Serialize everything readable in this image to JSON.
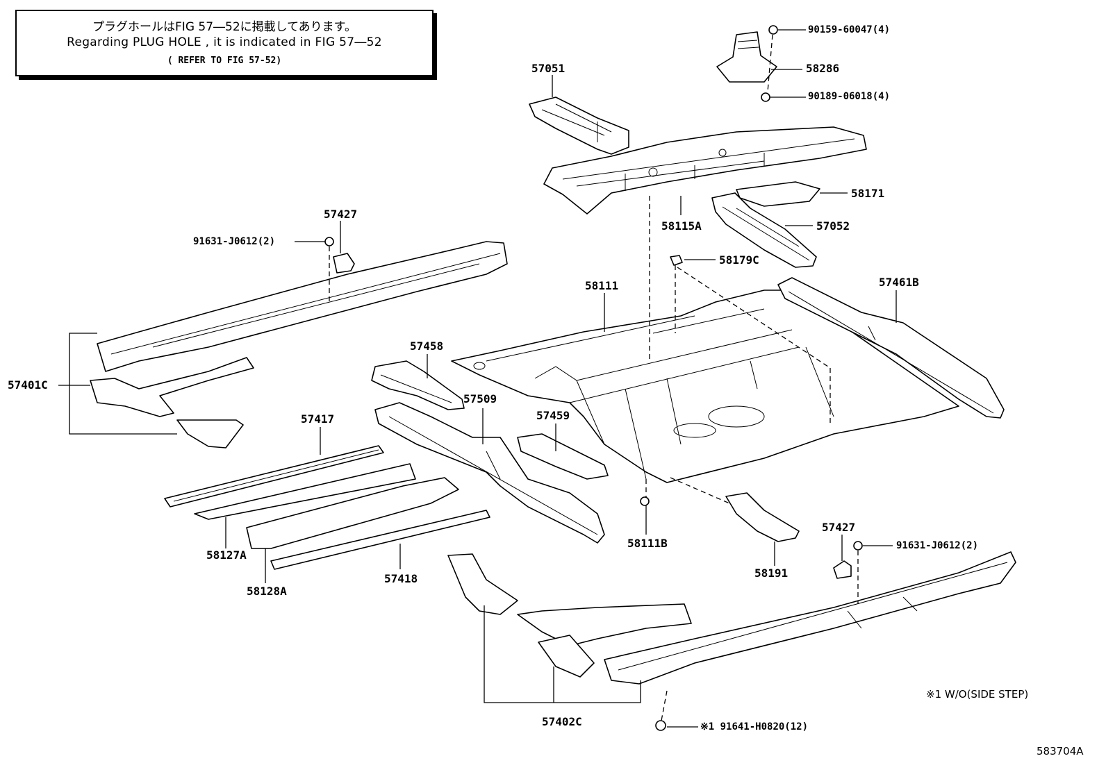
{
  "note": {
    "line1": "プラグホールはFIG 57―52に掲載してあります。",
    "line2": "Regarding  PLUG  HOLE , it is indicated in  FIG  57―52",
    "line3": "( REFER TO FIG 57-52)"
  },
  "parts": {
    "p90159": "90159-60047(4)",
    "p58286": "58286",
    "p90189": "90189-06018(4)",
    "p57051": "57051",
    "p58171": "58171",
    "p58115A": "58115A",
    "p57052": "57052",
    "p58179C": "58179C",
    "p57427_top": "57427",
    "p91631_left": "91631-J0612(2)",
    "p58111": "58111",
    "p57461B": "57461B",
    "p57458": "57458",
    "p57401C": "57401C",
    "p57509": "57509",
    "p57417": "57417",
    "p57459": "57459",
    "p58127A": "58127A",
    "p58128A": "58128A",
    "p57418": "57418",
    "p58111B": "58111B",
    "p58191": "58191",
    "p57427_bottom": "57427",
    "p91631_right": "91631-J0612(2)",
    "p57402C": "57402C",
    "p91641": "※1 91641-H0820(12)"
  },
  "footnote": "※1 W/O(SIDE STEP)",
  "figure_code": "583704A"
}
